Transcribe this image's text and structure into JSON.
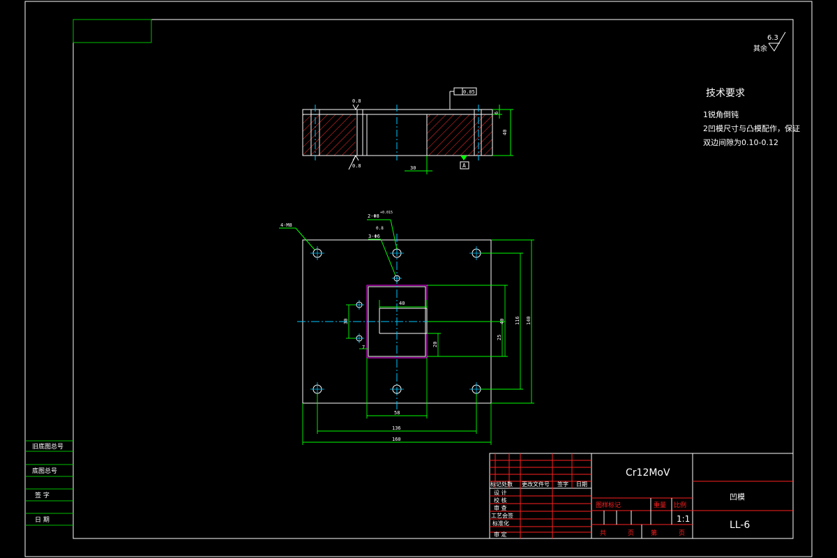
{
  "colors": {
    "background": "#000000",
    "border": "#ffffff",
    "frame_green": "#00c000",
    "dim_green": "#00ff00",
    "hatch_red": "#ff3030",
    "table_red": "#ff2020",
    "magenta": "#ff00ff",
    "centerline_cyan": "#00c8ff",
    "text_white": "#ffffff",
    "text_yellow": "#ffff00"
  },
  "roughness": {
    "label": "其余",
    "value": "6.3"
  },
  "tech_requirements": {
    "title": "技术要求",
    "line1": "1锐角倒钝",
    "line2": "2凹模尺寸与凸模配作，保证",
    "line3": "双边间隙为0.10-0.12"
  },
  "section_view": {
    "tolerance": "0.05",
    "datum": "A",
    "roughness_top": "0.8",
    "roughness_bottom": "0.8",
    "dim_thickness": "40",
    "dim_step": "6",
    "dim_bottom": "30"
  },
  "plan_view": {
    "callout_m8": "4-M8",
    "callout_pin": "2-Φ8",
    "callout_pin_tol": "+0.015",
    "callout_pin_rough": "0.8",
    "callout_holes": "3-Φ6",
    "dim_40_top": "40",
    "dim_30": "30",
    "dim_7": "7",
    "dim_58": "58",
    "dim_136": "136",
    "dim_160": "160",
    "dim_20": "20",
    "dim_25": "25",
    "dim_40_right": "40",
    "dim_116": "116",
    "dim_140": "140"
  },
  "left_table": {
    "row1": "旧底图总号",
    "row2": "底图总号",
    "row3": "签  字",
    "row4": "日  期"
  },
  "title_block": {
    "material": "Cr12MoV",
    "part_name": "凹模",
    "drawing_no": "LL-6",
    "scale": "1:1",
    "col_mark_label": "标记处数",
    "col_change_doc": "更改文件号",
    "col_sign": "签字",
    "col_date": "日期",
    "row_design": "设  计",
    "row_check": "校  核",
    "row_review": "审  查",
    "row_process": "工艺会签",
    "row_standard": "标准化",
    "row_approve": "审  定",
    "stage_label": "图样标记",
    "weight_label": "重量",
    "scale_label": "比例",
    "total_label": "共",
    "page_label": "页",
    "sheet_label": "第",
    "sheet_page_label": "页"
  }
}
